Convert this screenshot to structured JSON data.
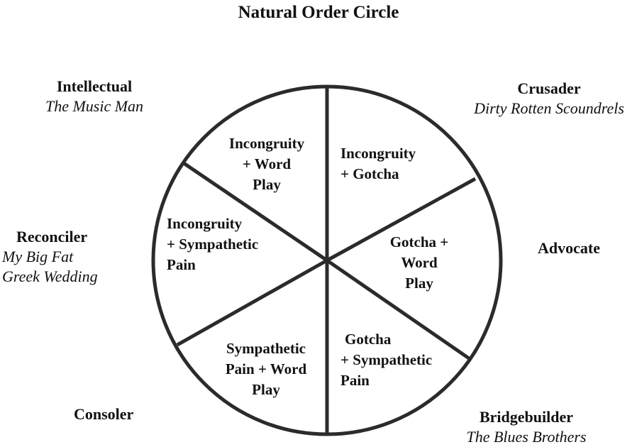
{
  "title": "Natural Order Circle",
  "roles": [
    {
      "id": "intellectual",
      "name": "Intellectual",
      "film_lines": [
        "The Music Man"
      ]
    },
    {
      "id": "crusader",
      "name": "Crusader",
      "film_lines": [
        "Dirty Rotten Scoundrels"
      ]
    },
    {
      "id": "reconciler",
      "name": "Reconciler",
      "film_lines": [
        "My Big Fat",
        "Greek Wedding"
      ]
    },
    {
      "id": "advocate",
      "name": "Advocate",
      "film_lines": []
    },
    {
      "id": "consoler",
      "name": "Consoler",
      "film_lines": []
    },
    {
      "id": "bridgebuilder",
      "name": "Bridgebuilder",
      "film_lines": [
        "The Blues Brothers"
      ]
    }
  ],
  "segments": [
    {
      "id": "top-left",
      "lines": [
        "Incongruity",
        "+ Word",
        "Play"
      ]
    },
    {
      "id": "top-right",
      "lines": [
        "Incongruity",
        "+ Gotcha"
      ]
    },
    {
      "id": "left",
      "lines": [
        "Incongruity",
        "+ Sympathetic",
        "Pain"
      ]
    },
    {
      "id": "right",
      "lines": [
        "Gotcha +",
        "Word",
        "Play"
      ]
    },
    {
      "id": "bottom-left",
      "lines": [
        "Sympathetic",
        "Pain + Word",
        "Play"
      ]
    },
    {
      "id": "bottom-right",
      "lines": [
        "Gotcha",
        "+ Sympathetic",
        "Pain"
      ]
    }
  ]
}
